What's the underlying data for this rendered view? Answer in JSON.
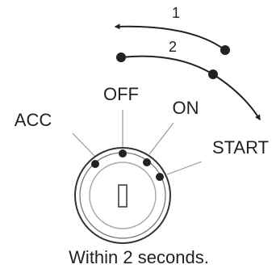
{
  "diagram": {
    "arrows": [
      {
        "label": "1"
      },
      {
        "label": "2"
      }
    ],
    "positions": {
      "acc": "ACC",
      "off": "OFF",
      "on": "ON",
      "start": "START"
    },
    "caption": "Within 2 seconds."
  },
  "colors": {
    "ink": "#222222",
    "ring": "#777777",
    "leader": "#999999",
    "background": "#ffffff"
  }
}
